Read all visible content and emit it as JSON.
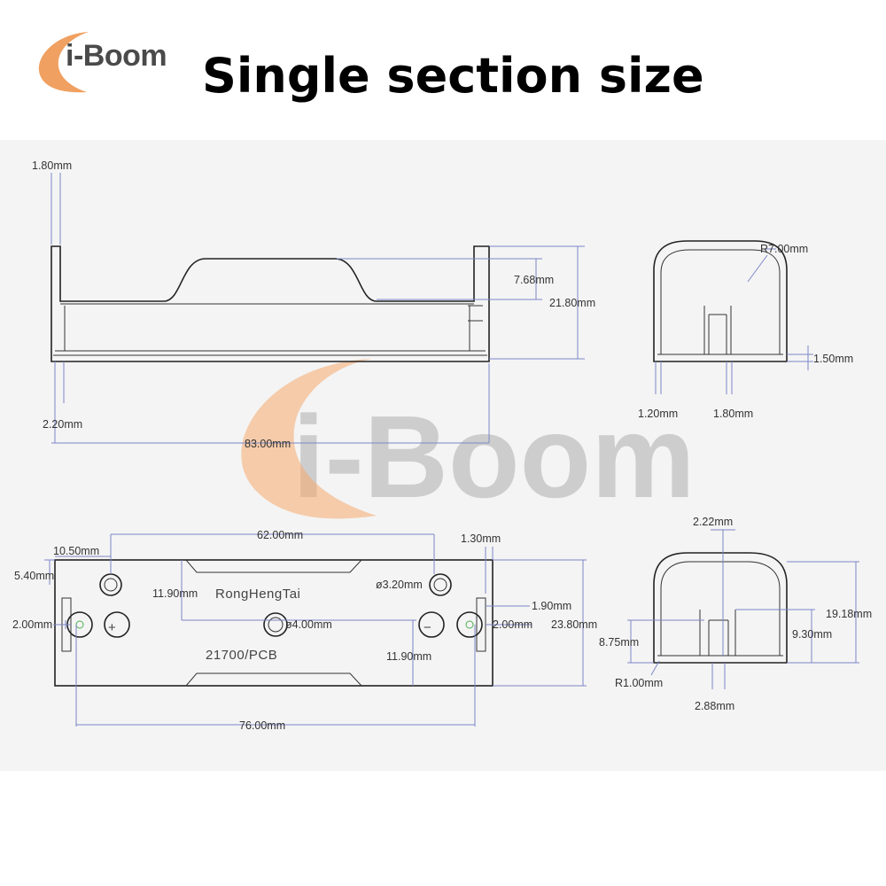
{
  "brand": {
    "logo_text": "i-Boom",
    "watermark_text": "i-Boom",
    "accent": "#f0a060"
  },
  "title": "Single section size",
  "side_view": {
    "d1": "1.80mm",
    "d2": "7.68mm",
    "d3": "21.80mm",
    "d4": "2.20mm",
    "d5": "83.00mm"
  },
  "end_view_top": {
    "r": "R7.00mm",
    "h": "1.50mm",
    "w1": "1.20mm",
    "w2": "1.80mm"
  },
  "top_view": {
    "d62": "62.00mm",
    "d130": "1.30mm",
    "d1050": "10.50mm",
    "d540": "5.40mm",
    "d1190a": "11.90mm",
    "brand": "RongHengTai",
    "phi320": "ø3.20mm",
    "d190": "1.90mm",
    "d200a": "2.00mm",
    "phi400": "ø4.00mm",
    "d200b": "2.00mm",
    "d2380": "23.80mm",
    "model": "21700/PCB",
    "d1190b": "11.90mm",
    "d7600": "76.00mm",
    "plus": "+",
    "minus": "−"
  },
  "end_view_bottom": {
    "d222": "2.22mm",
    "d1918": "19.18mm",
    "d875": "8.75mm",
    "d930": "9.30mm",
    "r100": "R1.00mm",
    "d288": "2.88mm"
  }
}
